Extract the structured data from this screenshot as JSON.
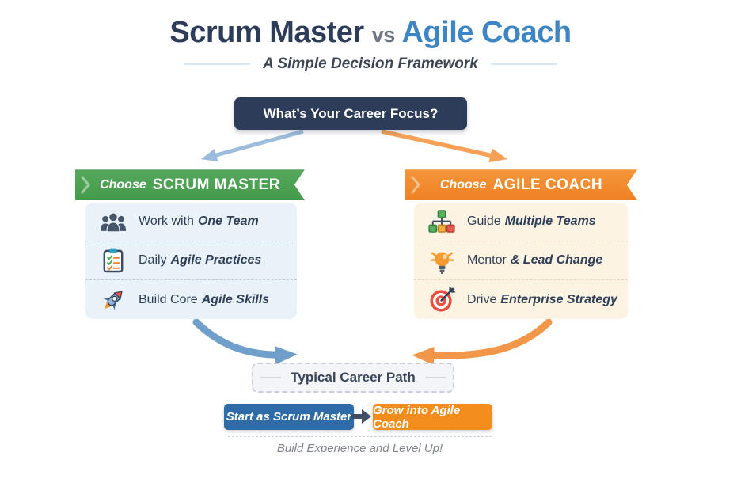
{
  "header": {
    "title_left": "Scrum Master",
    "title_vs": "vs",
    "title_right": "Agile Coach",
    "subtitle": "A Simple Decision Framework"
  },
  "question_box": {
    "label": "What’s Your Career Focus?"
  },
  "left_branch": {
    "ribbon_prefix": "Choose",
    "ribbon_title": "SCRUM MASTER",
    "items": [
      {
        "icon": "team-icon",
        "prefix": "Work with",
        "emphasis": "One Team"
      },
      {
        "icon": "checklist-icon",
        "prefix": "Daily",
        "emphasis": "Agile Practices"
      },
      {
        "icon": "rocket-icon",
        "prefix": "Build Core",
        "emphasis": "Agile Skills"
      }
    ]
  },
  "right_branch": {
    "ribbon_prefix": "Choose",
    "ribbon_title": "AGILE COACH",
    "items": [
      {
        "icon": "org-chart-icon",
        "prefix": "Guide",
        "emphasis": "Multiple Teams"
      },
      {
        "icon": "lightbulb-icon",
        "prefix": "Mentor",
        "emphasis": "& Lead Change"
      },
      {
        "icon": "target-icon",
        "prefix": "Drive",
        "emphasis": "Enterprise Strategy"
      }
    ]
  },
  "career_path": {
    "box_label": "Typical Career Path",
    "start_button": "Start as Scrum Master",
    "grow_button": "Grow into Agile Coach",
    "footnote": "Build Experience and Level Up!"
  },
  "colors": {
    "navy": "#2d3c59",
    "title_blue": "#3d86c5",
    "vs_gray": "#6e7683",
    "green": "#449a4b",
    "orange": "#ee8224",
    "card_blue_bg": "#e9f1f9",
    "card_orange_bg": "#fdf3e3",
    "btn_blue": "#2e6ba7",
    "btn_orange": "#f28d1e",
    "arrow_blue_light": "#9cbcdc",
    "arrow_blue": "#6f9fca",
    "arrow_orange_light": "#f6a157",
    "arrow_orange": "#f2964a",
    "dashed_box_bg": "#f3f5f8"
  }
}
